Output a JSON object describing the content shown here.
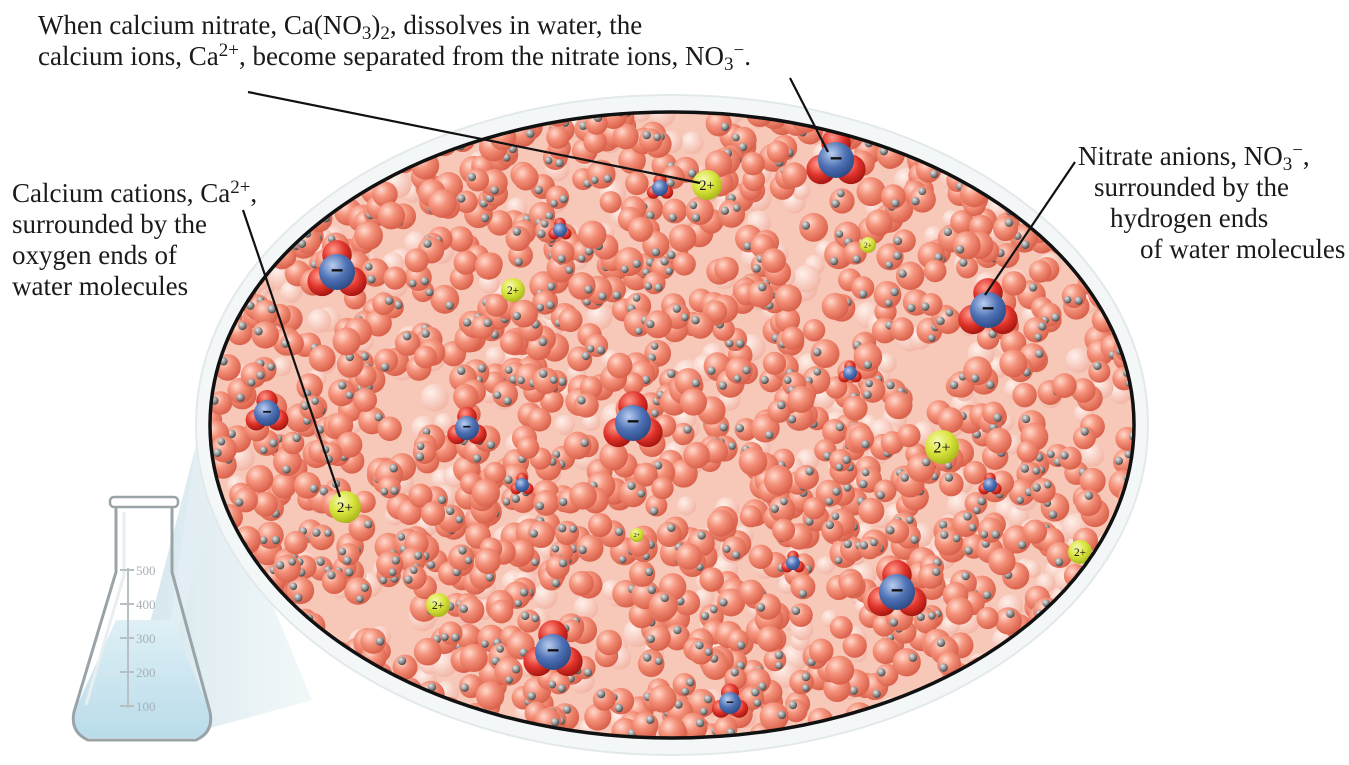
{
  "caption": {
    "top_line1": {
      "pre": "When calcium nitrate, Ca(NO",
      "sub": "3",
      "mid": ")",
      "sub2": "2",
      "post": ", dissolves in water, the"
    },
    "top_line2": {
      "pre": "calcium ions, Ca",
      "sup": "2+",
      "mid": ", become separated from the nitrate ions, NO",
      "sub": "3",
      "sup2": "−",
      "post": "."
    }
  },
  "left_label": {
    "line1_pre": "Calcium cations, Ca",
    "line1_sup": "2+",
    "line1_post": ",",
    "line2": "surrounded by the",
    "line3": "oxygen ends of",
    "line4": "water molecules"
  },
  "right_label": {
    "line1_pre": "Nitrate anions, NO",
    "line1_sub": "3",
    "line1_sup": "−",
    "line1_post": ",",
    "line2": "surrounded by the",
    "line3": "hydrogen ends",
    "line4": "of water molecules"
  },
  "ion_charges": {
    "cation": "2+",
    "anion": "−"
  },
  "flask": {
    "gradations": [
      "500",
      "400",
      "300",
      "200",
      "100"
    ]
  },
  "colors": {
    "water_oxygen": "#f28a72",
    "water_hydrogen": "#8a8a8a",
    "calcium": "#d8e43a",
    "nitrogen": "#4f72b5",
    "nitrate_oxygen": "#e0332b",
    "solution": "#cfe6f0",
    "ellipse_border": "#111111"
  }
}
